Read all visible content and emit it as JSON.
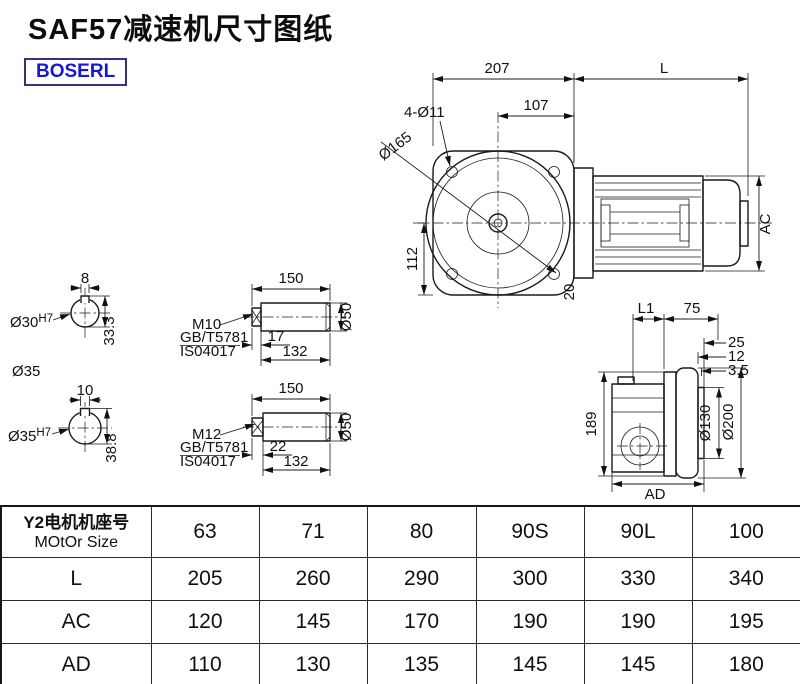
{
  "page": {
    "title": "SAF57减速机尺寸图纸",
    "logo": "BOSERL"
  },
  "drawing": {
    "main_view": {
      "dim_207": "207",
      "dim_L": "L",
      "dim_107": "107",
      "dim_4xO11": "4-Ø11",
      "dim_O165": "Ø165",
      "dim_112": "112",
      "dim_AC": "AC",
      "dim_20": "20"
    },
    "bore_section_1": {
      "key_width": "8",
      "bore": "Ø30",
      "bore_tol": "H7",
      "key_height": "33.3"
    },
    "bore_section_2": {
      "shaft_dia": "Ø35",
      "key_width": "10",
      "bore": "Ø35",
      "bore_tol": "H7",
      "key_height": "38.8"
    },
    "shaft_1": {
      "length": "150",
      "thread": "M10",
      "std1": "GB/T5781",
      "std2": "IS04017",
      "thread_len": "17",
      "body_len": "132",
      "dia": "Ø50"
    },
    "shaft_2": {
      "length": "150",
      "thread": "M12",
      "std1": "GB/T5781",
      "std2": "IS04017",
      "thread_len": "22",
      "body_len": "132",
      "dia": "Ø50"
    },
    "side_view": {
      "dim_L1": "L1",
      "dim_75": "75",
      "dim_25": "25",
      "dim_12": "12",
      "dim_3_5": "3.5",
      "dim_189": "189",
      "dim_O130": "Ø130",
      "dim_O200": "Ø200",
      "dim_AD": "AD"
    }
  },
  "table": {
    "header_cn": "Y2电机机座号",
    "header_en": "MOtOr Size",
    "motor_sizes": [
      "63",
      "71",
      "80",
      "90S",
      "90L",
      "100"
    ],
    "rows": [
      {
        "label": "L",
        "values": [
          "205",
          "260",
          "290",
          "300",
          "330",
          "340"
        ]
      },
      {
        "label": "AC",
        "values": [
          "120",
          "145",
          "170",
          "190",
          "190",
          "195"
        ]
      },
      {
        "label": "AD",
        "values": [
          "110",
          "130",
          "135",
          "145",
          "145",
          "180"
        ]
      }
    ]
  }
}
